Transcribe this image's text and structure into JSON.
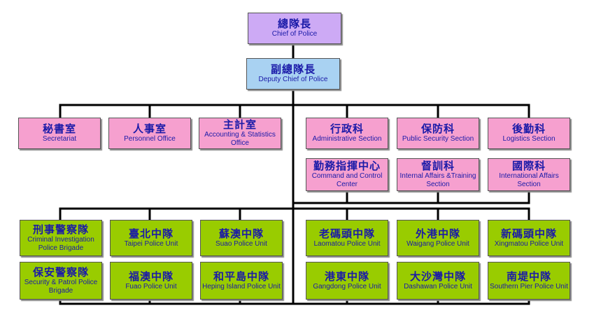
{
  "colors": {
    "top": "#cdaaf5",
    "deputy": "#a9d2f2",
    "section": "#f6a0cf",
    "unit": "#99cc00",
    "text": "#1a1aa8",
    "line": "#000000"
  },
  "top": {
    "zh": "總隊長",
    "en": "Chief of Police"
  },
  "deputy": {
    "zh": "副總隊長",
    "en": "Deputy Chief of Police"
  },
  "offices": [
    {
      "zh": "秘書室",
      "en": "Secretariat"
    },
    {
      "zh": "人事室",
      "en": "Personnel Office"
    },
    {
      "zh": "主計室",
      "en": "Accounting & Statistics Office"
    }
  ],
  "sections": [
    {
      "zh": "行政科",
      "en": "Administrative Section"
    },
    {
      "zh": "保防科",
      "en": "Public Security Section"
    },
    {
      "zh": "後勤科",
      "en": "Logistics Section"
    },
    {
      "zh": "勤務指揮中心",
      "en": "Command and Control Center"
    },
    {
      "zh": "督訓科",
      "en": "Internal Affairs &Training Section"
    },
    {
      "zh": "國際科",
      "en": "International Affairs Section"
    }
  ],
  "units": [
    {
      "zh": "刑事警察隊",
      "en": "Criminal Investigation Police Brigade"
    },
    {
      "zh": "臺北中隊",
      "en": "Taipei Police Unit"
    },
    {
      "zh": "蘇澳中隊",
      "en": "Suao Police Unit"
    },
    {
      "zh": "保安警察隊",
      "en": "Security & Patrol Police Brigade"
    },
    {
      "zh": "福澳中隊",
      "en": "Fuao Police Unit"
    },
    {
      "zh": "和平島中隊",
      "en": "Heping Island Police Unit"
    },
    {
      "zh": "老碼頭中隊",
      "en": "Laomatou Police Unit"
    },
    {
      "zh": "外港中隊",
      "en": "Waigang Police Unit"
    },
    {
      "zh": "新碼頭中隊",
      "en": "Xingmatou Police Unit"
    },
    {
      "zh": "港東中隊",
      "en": "Gangdong Police Unit"
    },
    {
      "zh": "大沙灣中隊",
      "en": "Dashawan Police Unit"
    },
    {
      "zh": "南堤中隊",
      "en": "Southern Pier Police Unit"
    }
  ]
}
